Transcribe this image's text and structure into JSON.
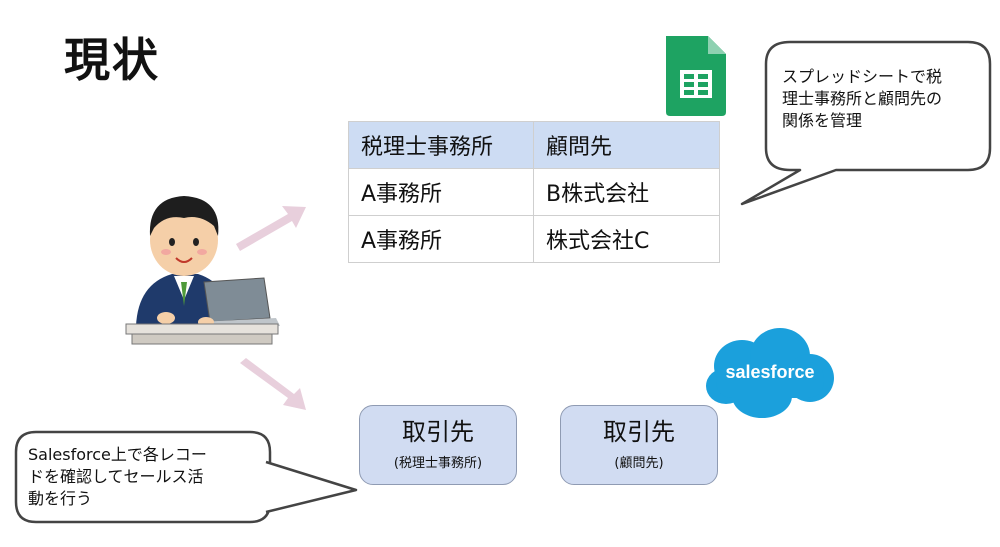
{
  "title": "現状",
  "table": {
    "headers": [
      "税理士事務所",
      "顧問先"
    ],
    "rows": [
      [
        "A事務所",
        "B株式会社"
      ],
      [
        "A事務所",
        "株式会社C"
      ]
    ]
  },
  "callouts": {
    "spreadsheet_line1": "スプレッドシートで税",
    "spreadsheet_line2": "理士事務所と顧問先の",
    "spreadsheet_line3": "関係を管理",
    "salesforce_line1": "Salesforce上で各レコー",
    "salesforce_line2": "ドを確認してセールス活",
    "salesforce_line3": "動を行う"
  },
  "entities": [
    {
      "main": "取引先",
      "sub": "(税理士事務所)"
    },
    {
      "main": "取引先",
      "sub": "(顧問先)"
    }
  ],
  "logos": {
    "salesforce": "salesforce"
  },
  "icons": [
    "google-sheets-icon",
    "salesforce-cloud-logo",
    "office-worker-laptop-illustration"
  ],
  "colors": {
    "table_header": "#cddcf3",
    "entity_fill": "#d1dcf2",
    "arrow": "#e8cfdc",
    "sheets_green": "#1ea362",
    "salesforce_blue": "#1ba0dc"
  }
}
